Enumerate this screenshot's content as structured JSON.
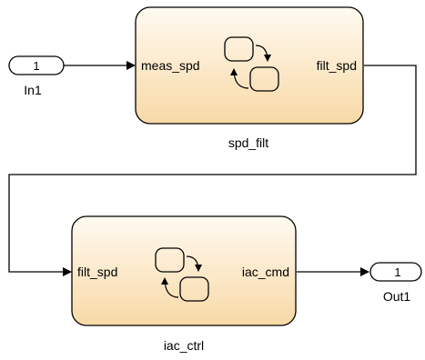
{
  "diagram": {
    "blocks": {
      "in1": {
        "port_number": "1",
        "label": "In1"
      },
      "spd_filt": {
        "name": "spd_filt",
        "input_port": "meas_spd",
        "output_port": "filt_spd"
      },
      "iac_ctrl": {
        "name": "iac_ctrl",
        "input_port": "filt_spd",
        "output_port": "iac_cmd"
      },
      "out1": {
        "port_number": "1",
        "label": "Out1"
      }
    }
  },
  "colors": {
    "line": "#000000",
    "block_fill_top": "#ffffff",
    "block_fill_bottom": "#f8dcae",
    "block_border": "#000000",
    "port_fill": "#ffffff"
  },
  "icons": {
    "chart_icon": "stateflow-chart-icon"
  }
}
